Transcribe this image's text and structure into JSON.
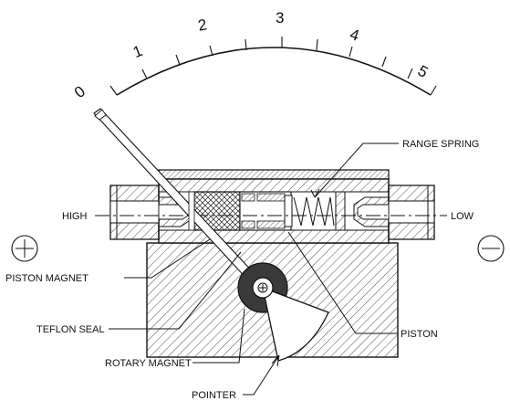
{
  "scale": {
    "numbers": [
      "0",
      "1",
      "2",
      "3",
      "4",
      "5"
    ]
  },
  "labels": {
    "range_spring": "RANGE SPRING",
    "high": "HIGH",
    "low": "LOW",
    "piston_magnet": "PISTON MAGNET",
    "piston": "PISTON",
    "teflon_seal": "TEFLON SEAL",
    "rotary_magnet": "ROTARY MAGNET",
    "pointer": "POINTER"
  },
  "symbols": {
    "left": "plus-in-circle",
    "right": "minus-in-circle"
  }
}
